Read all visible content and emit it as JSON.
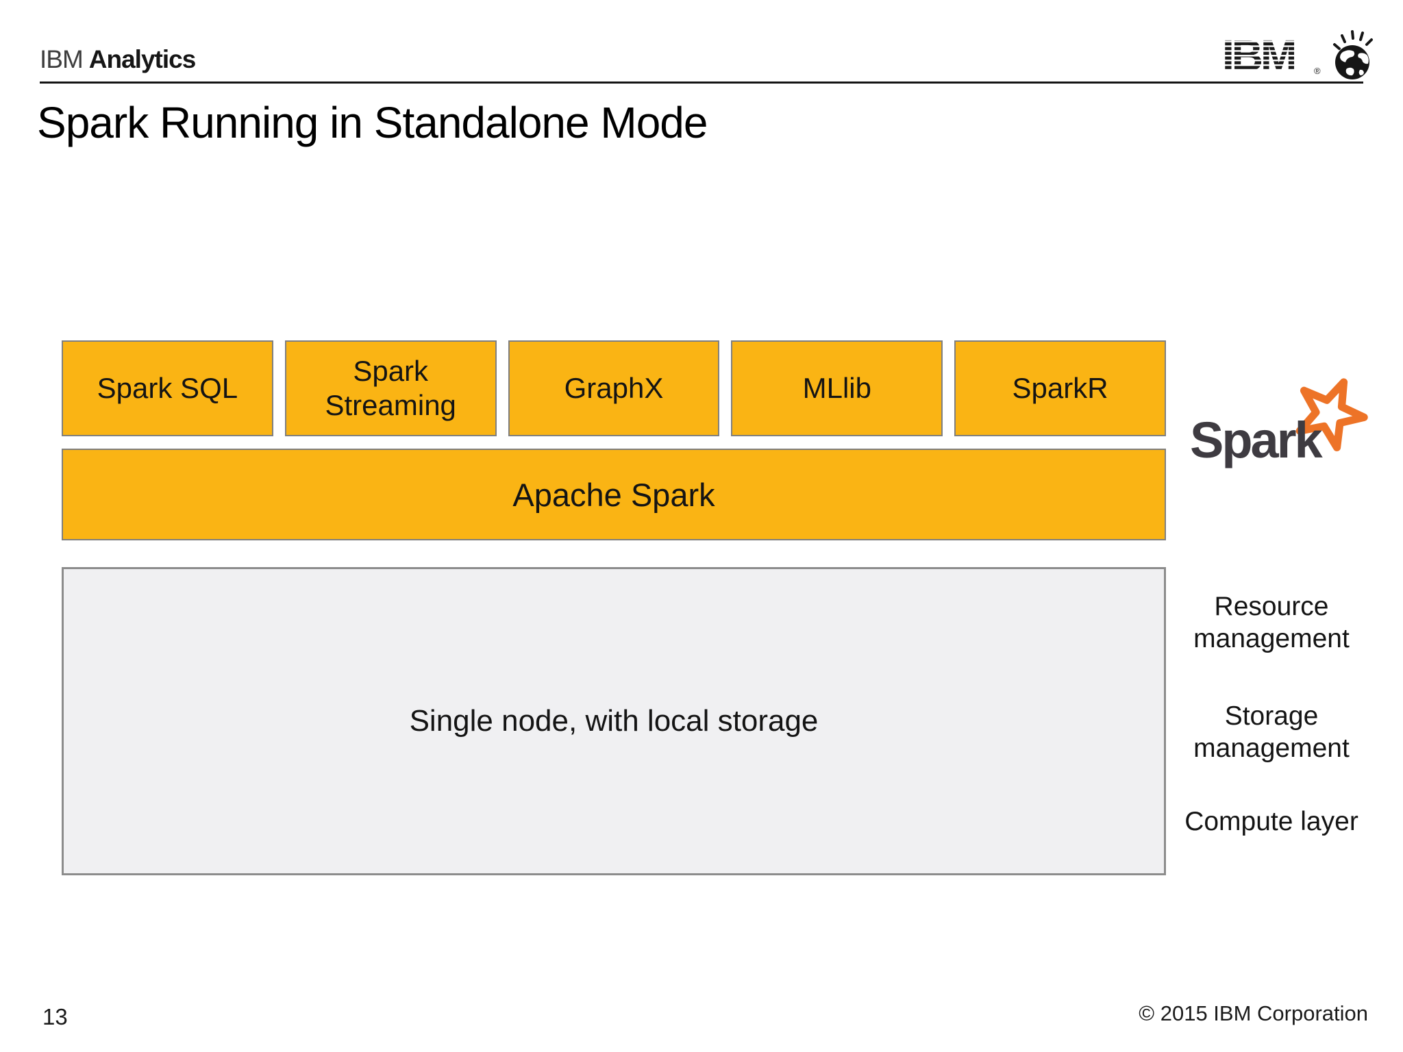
{
  "header": {
    "brand_light": "IBM",
    "brand_bold": "Analytics"
  },
  "title": "Spark Running in Standalone Mode",
  "diagram": {
    "component_boxes": [
      {
        "label": "Spark SQL"
      },
      {
        "label": "Spark Streaming"
      },
      {
        "label": "GraphX"
      },
      {
        "label": "MLlib"
      },
      {
        "label": "SparkR"
      }
    ],
    "platform_box": {
      "label": "Apache Spark"
    },
    "node_box": {
      "label": "Single node, with local storage"
    },
    "side_labels": [
      {
        "label": "Resource management"
      },
      {
        "label": "Storage management"
      },
      {
        "label": "Compute layer"
      }
    ],
    "spark_logo": {
      "text": "Spark"
    },
    "colors": {
      "box_fill": "#FAB414",
      "box_border": "#7F7F7F",
      "node_fill": "#F0F0F2",
      "node_border": "#8C8C8C",
      "spark_text": "#3E3B41",
      "spark_star": "#ED7327",
      "text": "#141414"
    }
  },
  "footer": {
    "page_number": "13",
    "copyright": "© 2015 IBM Corporation"
  }
}
